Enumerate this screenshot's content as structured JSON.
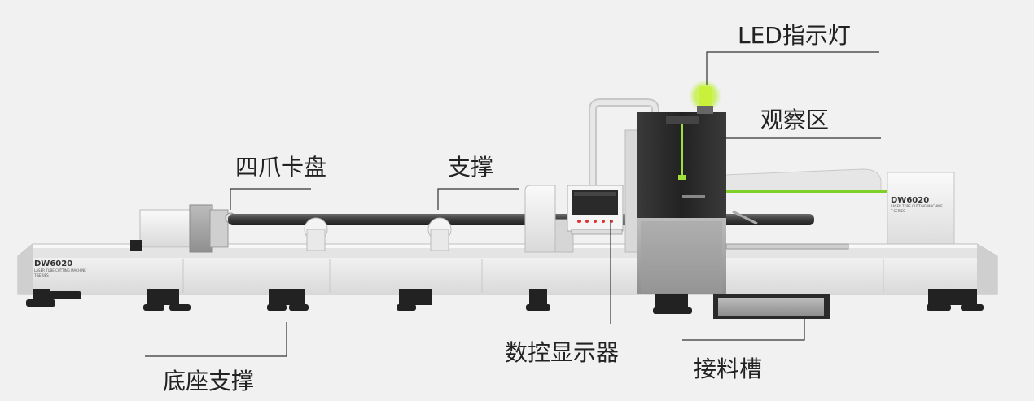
{
  "callouts": {
    "led_indicator": "LED指示灯",
    "viewing_area": "观察区",
    "four_jaw_chuck": "四爪卡盘",
    "support": "支撑",
    "cnc_display": "数控显示器",
    "collection_trough": "接料槽",
    "base_support": "底座支撑"
  },
  "machine_marks": {
    "left": {
      "model": "DW6020",
      "line1": "LASER TUBE CUTTING MACHINE",
      "line2": "T-SERIES"
    },
    "right": {
      "model": "DW6020",
      "line1": "LASER TUBE CUTTING MACHINE",
      "line2": "T-SERIES"
    }
  },
  "colors": {
    "background": "#f1f1f1",
    "accent_green": "#7fd12a",
    "cabinet_dark": "#2b2b2b",
    "body_white": "#ececec",
    "leader_line": "#333333"
  }
}
